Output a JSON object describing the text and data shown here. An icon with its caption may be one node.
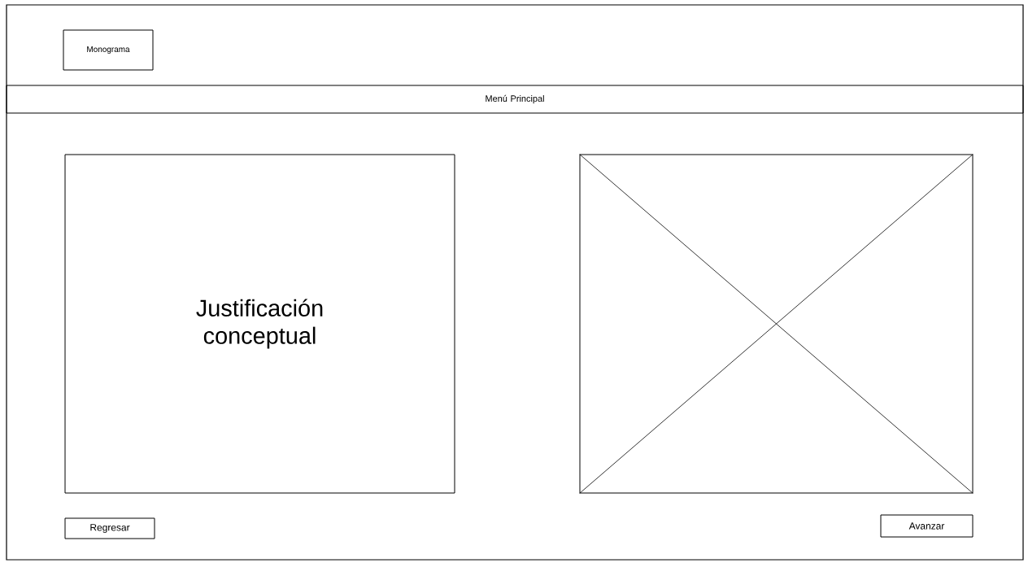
{
  "diagram": {
    "nodes": [
      {
        "text": [
          "Monograma"
        ]
      },
      {
        "text": [
          "Menú Principal"
        ]
      },
      {
        "text": [
          "Justificación conceptual"
        ]
      },
      {
        "text": [],
        "shape": "box"
      },
      {
        "text": [
          "Regresar"
        ]
      },
      {
        "text": [
          "Avanzar"
        ]
      }
    ]
  }
}
